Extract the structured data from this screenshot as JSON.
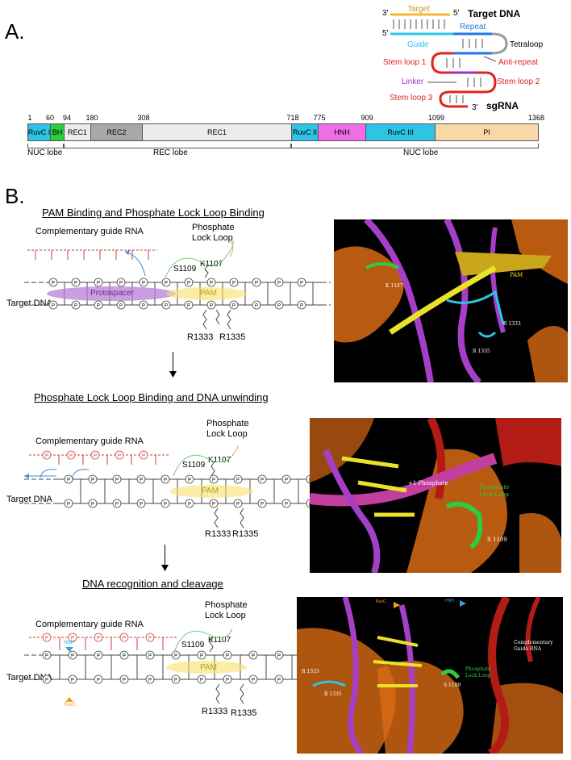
{
  "panel_a": {
    "letter": "A.",
    "sgrna_diagram": {
      "target_label": "Target",
      "target_dna_label": "Target DNA",
      "three_prime_top": "3'",
      "five_prime_top": "5'",
      "five_prime_guide": "5'",
      "repeat_label": "Repeat",
      "guide_label": "Guide",
      "tetraloop_label": "Tetraloop",
      "stem_loop_1": "Stem loop 1",
      "anti_repeat": "Anti-repeat",
      "linker": "Linker",
      "stem_loop_2": "Stem loop 2",
      "stem_loop_3": "Stem loop 3",
      "three_prime_end": "3'",
      "sgrna_label": "sgRNA",
      "colors": {
        "target": "#f5b82e",
        "repeat": "#1f78e0",
        "guide": "#2ec4e6",
        "stem": "#e0241f",
        "linker": "#9b30c8",
        "loop": "#999999"
      }
    },
    "domains": {
      "positions": [
        "1",
        "60",
        "94",
        "180",
        "308",
        "718",
        "775",
        "909",
        "1099",
        "1368"
      ],
      "items": [
        {
          "label": "RuvC I",
          "color": "#2ec4e6"
        },
        {
          "label": "BH",
          "color": "#2ecc40"
        },
        {
          "label": "REC1",
          "color": "#ececec"
        },
        {
          "label": "REC2",
          "color": "#a8a8a8"
        },
        {
          "label": "REC1",
          "color": "#ececec"
        },
        {
          "label": "RuvC II",
          "color": "#2ec4e6"
        },
        {
          "label": "HNH",
          "color": "#f06fe8"
        },
        {
          "label": "RuvC III",
          "color": "#2ec4e6"
        },
        {
          "label": "PI",
          "color": "#fbd6a8"
        }
      ],
      "lobes": [
        "NUC lobe",
        "REC lobe",
        "NUC lobe"
      ]
    }
  },
  "panel_b": {
    "letter": "B.",
    "steps": [
      {
        "title": "PAM Binding and Phosphate Lock Loop Binding",
        "guide_rna": "Complementary guide RNA",
        "phosphate_lock_loop": "Phosphate Lock Loop",
        "s1109": "S1109",
        "k1107": "K1107",
        "target_dna": "Target DNA",
        "protospacer": "Protospacer",
        "pam": "PAM",
        "r1333": "R1333",
        "r1335": "R1335",
        "photo_labels": [
          "K 1107",
          "PAM",
          "R 1333",
          "R 1335"
        ]
      },
      {
        "title": "Phosphate Lock Loop Binding and DNA unwinding",
        "guide_rna": "Complementary guide RNA",
        "phosphate_lock_loop": "Phosphate Lock Loop",
        "s1109": "S1109",
        "k1107": "K1107",
        "target_dna": "Target DNA",
        "pam": "PAM",
        "r1333": "R1333",
        "r1335": "R1335",
        "photo_labels": [
          "+1 Phosphate",
          "Phosphate Lock Loop",
          "S 1109"
        ]
      },
      {
        "title": "DNA recognition and cleavage",
        "guide_rna": "Complementary guide RNA",
        "phosphate_lock_loop": "Phosphate Lock Loop",
        "s1109": "S1109",
        "k1107": "K1107",
        "target_dna": "Target DNA",
        "pam": "PAM",
        "hnh": "HNH",
        "ruvc": "RuvC",
        "r1333": "R1333",
        "r1335": "R1335",
        "photo_labels": [
          "RuvC",
          "HNH",
          "Complementary Guide RNA",
          "Phosphate Lock Loop",
          "S 1109",
          "R 1333",
          "R 1335"
        ]
      }
    ]
  }
}
